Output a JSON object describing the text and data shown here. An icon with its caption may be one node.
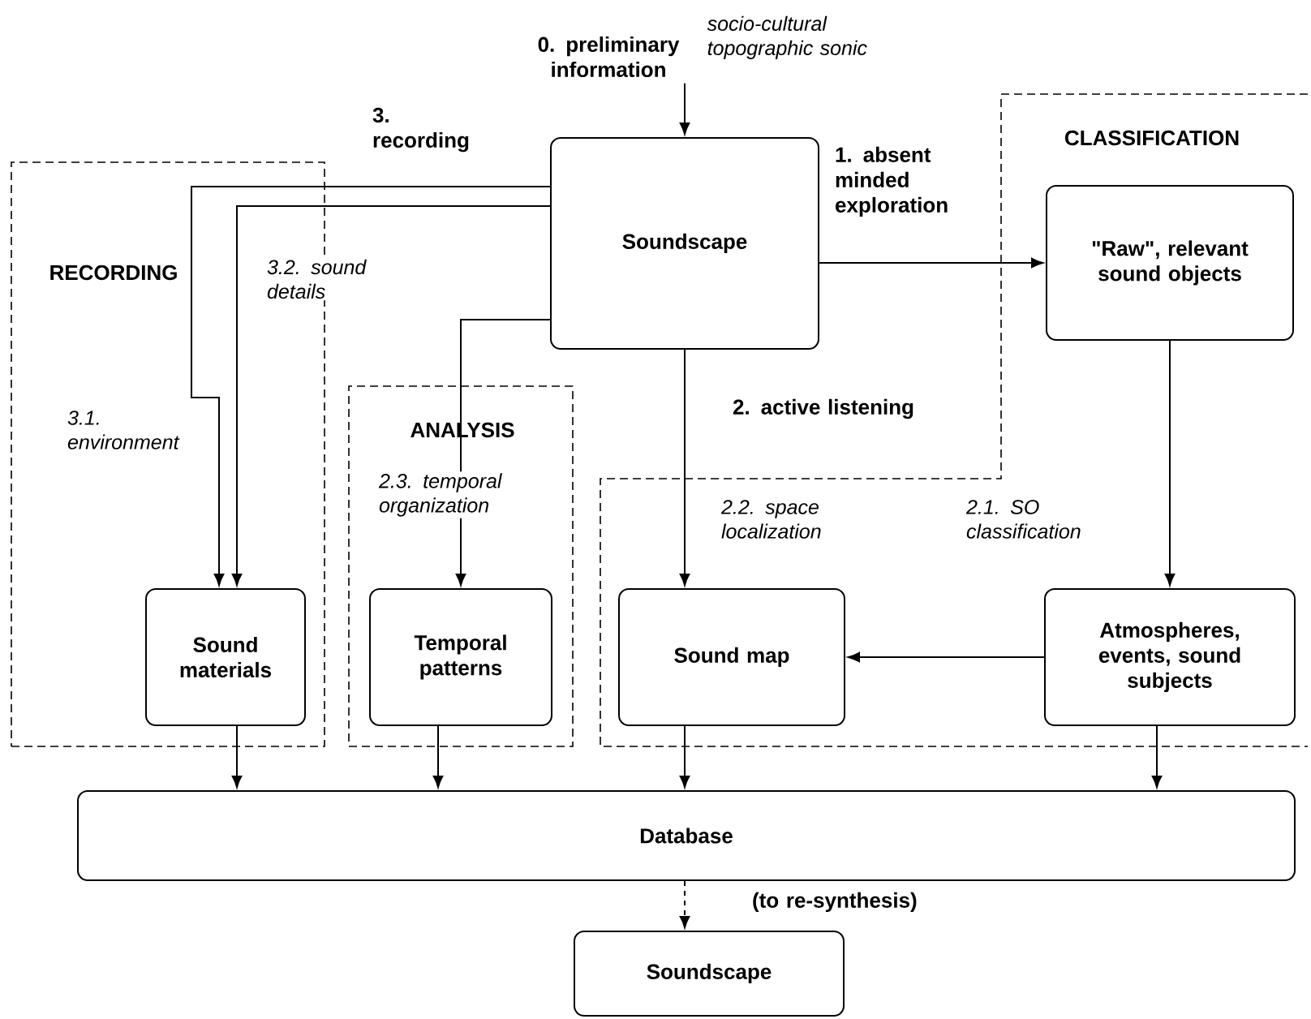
{
  "diagram": {
    "nodes": [
      {
        "text": [
          "0. preliminary information"
        ],
        "beside": [
          "socio-cultural topographic sonic"
        ]
      },
      {
        "text": [
          "Soundscape"
        ]
      },
      {
        "text": [
          "RECORDING"
        ]
      },
      {
        "text": [
          "CLASSIFICATION"
        ]
      },
      {
        "text": [
          "\"Raw\", relevant sound objects"
        ],
        "in": 3
      },
      {
        "text": [
          "ANALYSIS"
        ]
      },
      {
        "text": [
          "Sound materials"
        ],
        "in": 2
      },
      {
        "text": [
          "Temporal patterns"
        ],
        "in": 5
      },
      {
        "text": [
          "Sound map"
        ],
        "in": 3
      },
      {
        "text": [
          "Atmospheres, events, sound subjects"
        ],
        "in": 3
      },
      {
        "text": [
          "Database"
        ]
      },
      {
        "text": [
          "Soundscape"
        ]
      }
    ],
    "edges": [
      {
        "from": 0,
        "to": 1,
        "arrow": "to"
      },
      {
        "from": 1,
        "to": 4,
        "arrow": "to",
        "label": "1. absent minded exploration"
      },
      {
        "from": 1,
        "to": 6,
        "arrow": "to",
        "label": "3.1. environment"
      },
      {
        "from": 1,
        "to": 6,
        "arrow": "to",
        "label": "3.2. sound details"
      },
      {
        "from": 1,
        "to": 7,
        "arrow": "to",
        "label": "2.3. temporal organization"
      },
      {
        "from": 1,
        "to": 8,
        "arrow": "to",
        "label": "2.2. space localization"
      },
      {
        "from": 4,
        "to": 9,
        "arrow": "to",
        "label": "2.1. SO classification"
      },
      {
        "from": 9,
        "to": 8,
        "arrow": "to"
      },
      {
        "from": 6,
        "to": 10,
        "arrow": "to"
      },
      {
        "from": 7,
        "to": 10,
        "arrow": "to"
      },
      {
        "from": 8,
        "to": 10,
        "arrow": "to"
      },
      {
        "from": 9,
        "to": 10,
        "arrow": "to"
      },
      {
        "from": 10,
        "to": 11,
        "arrow": "to",
        "style": "dashed",
        "label": "(to re-synthesis)"
      }
    ],
    "labels": [
      "3. recording",
      "2. active listening"
    ]
  }
}
